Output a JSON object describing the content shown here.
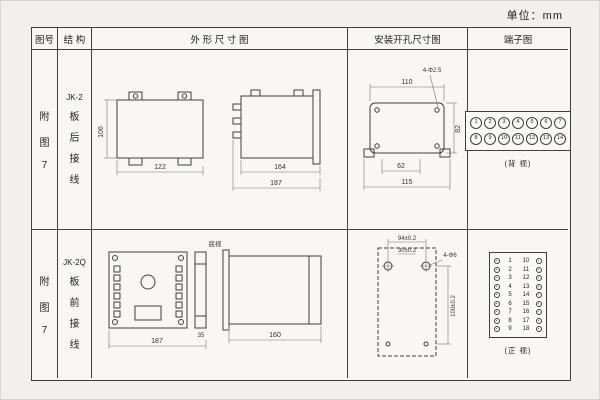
{
  "page": {
    "unit_label": "单位：mm"
  },
  "table": {
    "headers": {
      "fig_no": "图号",
      "structure": "结 构",
      "outline": "外 形 尺 寸 图",
      "install": "安装开孔尺寸图",
      "terminal": "端子图"
    },
    "rows": [
      {
        "fig_chars": [
          "附",
          "图",
          "7"
        ],
        "model": "JK-2",
        "wiring_chars": [
          "板",
          "后",
          "接",
          "线"
        ],
        "outline": {
          "dim_height": "106",
          "dim_front_width": "122",
          "dim_side_depth": "164",
          "dim_total_depth": "187"
        },
        "install": {
          "dim_top_width": "110",
          "holes_label": "4-Φ2.5",
          "dim_right_height": "82",
          "dim_bottom_inner": "62",
          "dim_bottom_width": "115"
        },
        "terminal": {
          "top_row": [
            "1",
            "2",
            "3",
            "4",
            "5",
            "6",
            "7"
          ],
          "bottom_row": [
            "8",
            "9",
            "10",
            "11",
            "12",
            "13",
            "14"
          ],
          "caption": "(背 视)"
        }
      },
      {
        "fig_chars": [
          "附",
          "图",
          "7"
        ],
        "model": "JK-2Q",
        "wiring_chars": [
          "板",
          "前",
          "接",
          "线"
        ],
        "outline": {
          "view_label": "底视",
          "dim_front_width": "187",
          "dim_strip": "35",
          "dim_side_depth": "160"
        },
        "install": {
          "dim_hole_span": "94±0.2",
          "dim_inner_span": "30±0.2",
          "holes_label": "4-Φ6",
          "dim_right_height": "100±0.2"
        },
        "terminal": {
          "pairs": [
            [
              "1",
              "10"
            ],
            [
              "2",
              "11"
            ],
            [
              "3",
              "12"
            ],
            [
              "4",
              "13"
            ],
            [
              "5",
              "14"
            ],
            [
              "6",
              "15"
            ],
            [
              "7",
              "16"
            ],
            [
              "8",
              "17"
            ],
            [
              "9",
              "18"
            ]
          ],
          "caption": "(正 视)"
        }
      }
    ]
  }
}
